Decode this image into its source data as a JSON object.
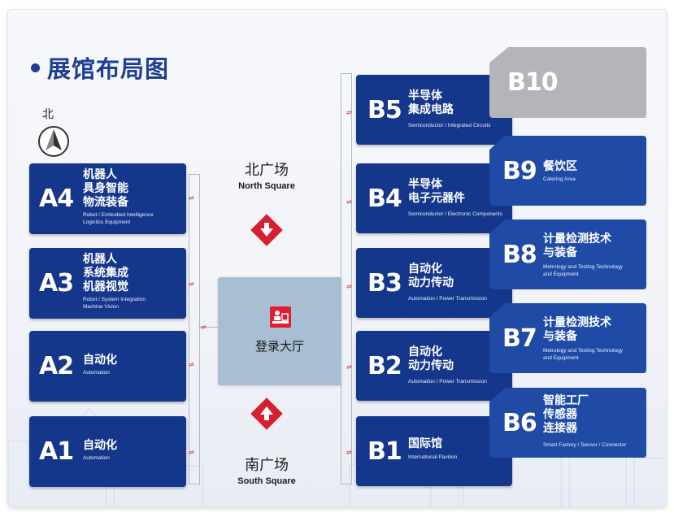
{
  "title": "展馆布局图",
  "north": "北",
  "hall": {
    "label": "登录大厅"
  },
  "north_square": {
    "zh": "北广场",
    "en": "North Square"
  },
  "south_square": {
    "zh": "南广场",
    "en": "South Square"
  },
  "colors": {
    "brand": "#15378b",
    "accent": "#e11d2e",
    "hall": "#a8bfd3",
    "b10": "#b3b5ba"
  },
  "halls": {
    "A4": {
      "code": "A4",
      "zh": "机器人\n具身智能\n物流装备",
      "en": "Robot / Embodied Intelligence\nLogistics Equipment"
    },
    "A3": {
      "code": "A3",
      "zh": "机器人\n系统集成\n机器视觉",
      "en": "Robot / System Integration\nMachine Vision"
    },
    "A2": {
      "code": "A2",
      "zh": "自动化",
      "en": "Automation"
    },
    "A1": {
      "code": "A1",
      "zh": "自动化",
      "en": "Automation"
    },
    "B5": {
      "code": "B5",
      "zh": "半导体\n集成电路",
      "en": "Semiconductor / Integrated Circuits"
    },
    "B4": {
      "code": "B4",
      "zh": "半导体\n电子元器件",
      "en": "Semiconductor / Electronic Components"
    },
    "B3": {
      "code": "B3",
      "zh": "自动化\n动力传动",
      "en": "Automation / Power Transmission"
    },
    "B2": {
      "code": "B2",
      "zh": "自动化\n动力传动",
      "en": "Automation / Power Transmission"
    },
    "B1": {
      "code": "B1",
      "zh": "国际馆",
      "en": "International Pavilion"
    },
    "B10": {
      "code": "B10"
    },
    "B9": {
      "code": "B9",
      "zh": "餐饮区",
      "en": "Catering Area"
    },
    "B8": {
      "code": "B8",
      "zh": "计量检测技术\n与装备",
      "en": "Metrology and Testing Technology\nand Equipment"
    },
    "B7": {
      "code": "B7",
      "zh": "计量检测技术\n与装备",
      "en": "Metrology and Testing Technology\nand Equipment"
    },
    "B6": {
      "code": "B6",
      "zh": "智能工厂\n传感器\n连接器",
      "en": "Smart Factory / Sensor / Connector"
    }
  }
}
